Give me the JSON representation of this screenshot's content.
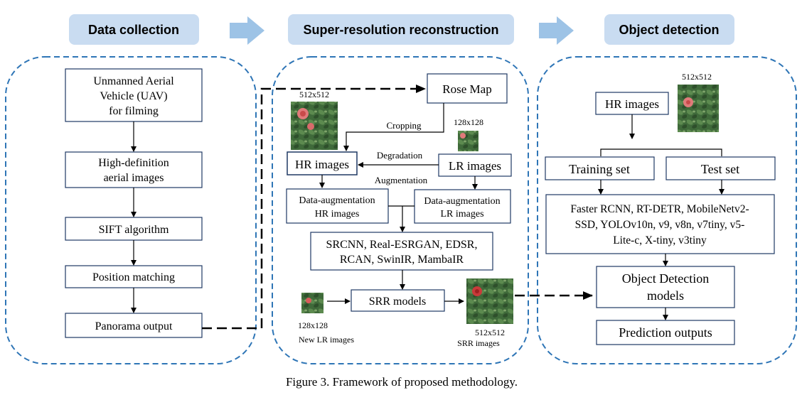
{
  "stages": {
    "data_collection": "Data collection",
    "super_resolution": "Super-resolution reconstruction",
    "object_detection": "Object detection"
  },
  "data_collection": {
    "uav": [
      "Unmanned Aerial",
      "Vehicle (UAV)",
      "for filming"
    ],
    "hd_images": [
      "High-definition",
      "aerial images"
    ],
    "sift": "SIFT algorithm",
    "position_matching": "Position matching",
    "panorama": "Panorama output"
  },
  "super_resolution": {
    "rose_map": "Rose Map",
    "hr_size": "512x512",
    "lr_size": "128x128",
    "cropping": "Cropping",
    "degradation": "Degradation",
    "hr_images": "HR images",
    "lr_images": "LR images",
    "augmentation": "Augmentation",
    "aug_hr": [
      "Data-augmentation",
      "HR images"
    ],
    "aug_lr": [
      "Data-augmentation",
      "LR images"
    ],
    "models_list": [
      "SRCNN, Real-ESRGAN, EDSR,",
      "RCAN, SwinIR, MambaIR"
    ],
    "srr_models": "SRR models",
    "new_lr_size": "128x128",
    "new_lr_label": "New LR images",
    "srr_size": "512x512",
    "srr_label": "SRR images"
  },
  "object_detection": {
    "size": "512x512",
    "hr_images": "HR images",
    "training_set": "Training set",
    "test_set": "Test set",
    "models_list": [
      "Faster RCNN, RT-DETR, MobileNetv2-",
      "SSD, YOLOv10n, v9, v8n, v7tiny, v5-",
      "Lite-c, X-tiny, v3tiny"
    ],
    "od_models": [
      "Object Detection",
      "models"
    ],
    "prediction": "Prediction outputs"
  },
  "caption": "Figure 3. Framework of proposed methodology.",
  "colors": {
    "header_fill": "#c9dcf1",
    "arrow_fill": "#9dc3e6",
    "dash_blue": "#2e75b6",
    "box_stroke": "#1f3864"
  }
}
